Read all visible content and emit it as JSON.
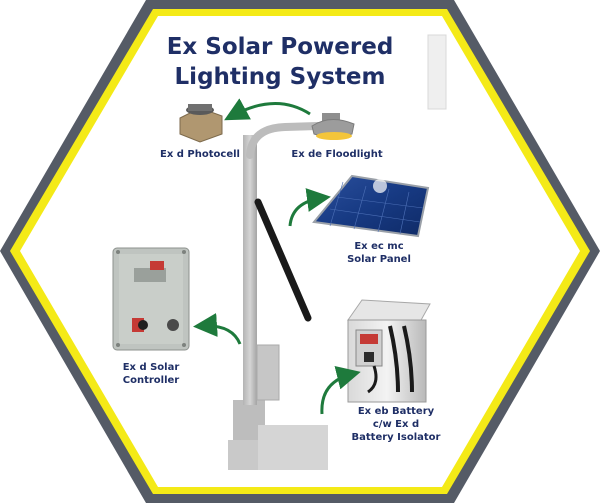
{
  "title": {
    "line1": "Ex Solar Powered",
    "line2": "Lighting System"
  },
  "components": {
    "photocell": "Ex d Photocell",
    "floodlight": "Ex de Floodlight",
    "solar_panel_line1": "Ex ec mc",
    "solar_panel_line2": "Solar Panel",
    "controller_line1": "Ex d Solar",
    "controller_line2": "Controller",
    "battery_line1": "Ex eb Battery",
    "battery_line2": "c/w Ex d",
    "battery_line3": "Battery Isolator"
  },
  "colors": {
    "frame_outer": "#555b66",
    "frame_yellow": "#f4ea17",
    "text": "#1f2f66",
    "arrow": "#1e7a3c"
  }
}
